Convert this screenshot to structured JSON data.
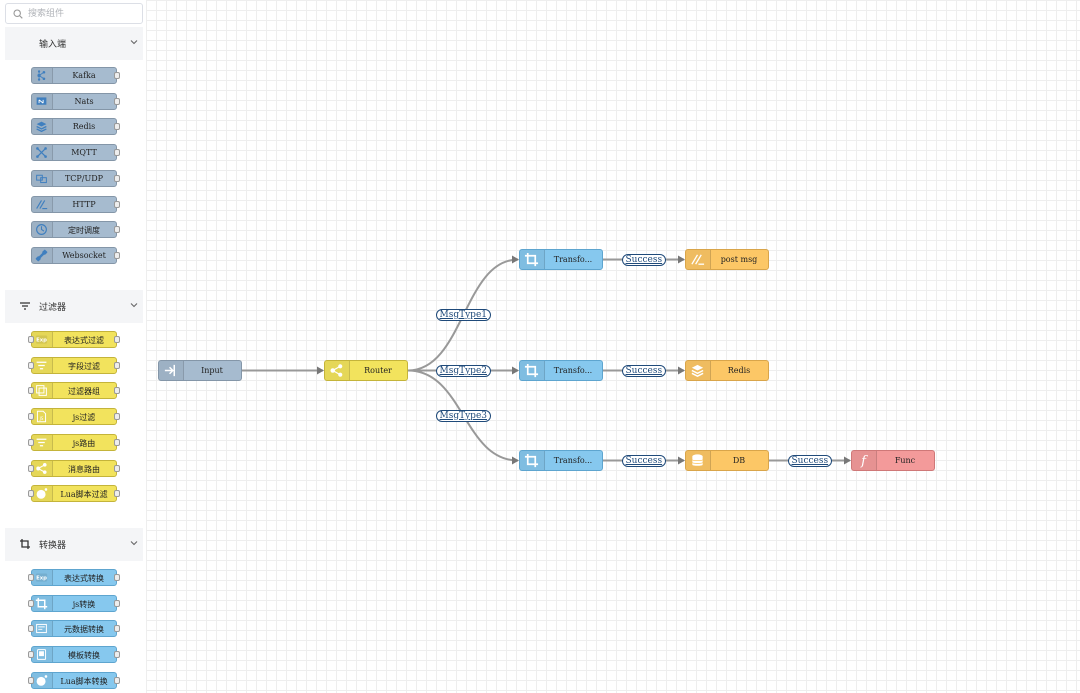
{
  "search": {
    "placeholder": "搜索组件"
  },
  "palette": {
    "categories": [
      {
        "label": "输入端",
        "items": [
          {
            "label": "Kafka",
            "icon": "kafka-icon"
          },
          {
            "label": "Nats",
            "icon": "nats-icon"
          },
          {
            "label": "Redis",
            "icon": "redis-icon"
          },
          {
            "label": "MQTT",
            "icon": "mqtt-icon"
          },
          {
            "label": "TCP/UDP",
            "icon": "tcp-udp-icon"
          },
          {
            "label": "HTTP",
            "icon": "http-icon"
          },
          {
            "label": "定时调度",
            "icon": "clock-icon"
          },
          {
            "label": "Websocket",
            "icon": "websocket-icon"
          }
        ]
      },
      {
        "label": "过滤器",
        "items": [
          {
            "label": "表达式过滤",
            "icon": "exp-icon"
          },
          {
            "label": "字段过滤",
            "icon": "filter-icon"
          },
          {
            "label": "过滤器组",
            "icon": "filter-group-icon"
          },
          {
            "label": "js过滤",
            "icon": "js-file-icon"
          },
          {
            "label": "js路由",
            "icon": "filter-icon"
          },
          {
            "label": "消息路由",
            "icon": "share-icon"
          },
          {
            "label": "Lua脚本过滤",
            "icon": "lua-icon"
          }
        ]
      },
      {
        "label": "转换器",
        "items": [
          {
            "label": "表达式转换",
            "icon": "exp-icon"
          },
          {
            "label": "js转换",
            "icon": "crop-icon"
          },
          {
            "label": "元数据转换",
            "icon": "metadata-icon"
          },
          {
            "label": "模板转换",
            "icon": "template-icon"
          },
          {
            "label": "Lua脚本转换",
            "icon": "lua-icon"
          }
        ]
      }
    ]
  },
  "flow": {
    "nodes": [
      {
        "id": "input",
        "label": "Input",
        "kind": "input",
        "icon": "input-arrow-icon"
      },
      {
        "id": "router",
        "label": "Router",
        "kind": "filter",
        "icon": "share-icon"
      },
      {
        "id": "t1",
        "label": "Transfo...",
        "kind": "transform",
        "icon": "crop-icon"
      },
      {
        "id": "t2",
        "label": "Transfo...",
        "kind": "transform",
        "icon": "crop-icon"
      },
      {
        "id": "t3",
        "label": "Transfo...",
        "kind": "transform",
        "icon": "crop-icon"
      },
      {
        "id": "postmsg",
        "label": "post msg",
        "kind": "output",
        "icon": "http-icon"
      },
      {
        "id": "redis",
        "label": "Redis",
        "kind": "output",
        "icon": "redis-icon"
      },
      {
        "id": "db",
        "label": "DB",
        "kind": "output",
        "icon": "database-icon"
      },
      {
        "id": "func",
        "label": "Func",
        "kind": "func",
        "icon": "function-icon"
      }
    ],
    "edges": [
      {
        "from": "input",
        "to": "router",
        "label": ""
      },
      {
        "from": "router",
        "to": "t1",
        "label": "MsgType1"
      },
      {
        "from": "router",
        "to": "t2",
        "label": "MsgType2"
      },
      {
        "from": "router",
        "to": "t3",
        "label": "MsgType3"
      },
      {
        "from": "t1",
        "to": "postmsg",
        "label": "Success"
      },
      {
        "from": "t2",
        "to": "redis",
        "label": "Success"
      },
      {
        "from": "t3",
        "to": "db",
        "label": "Success"
      },
      {
        "from": "db",
        "to": "func",
        "label": "Success"
      }
    ]
  }
}
